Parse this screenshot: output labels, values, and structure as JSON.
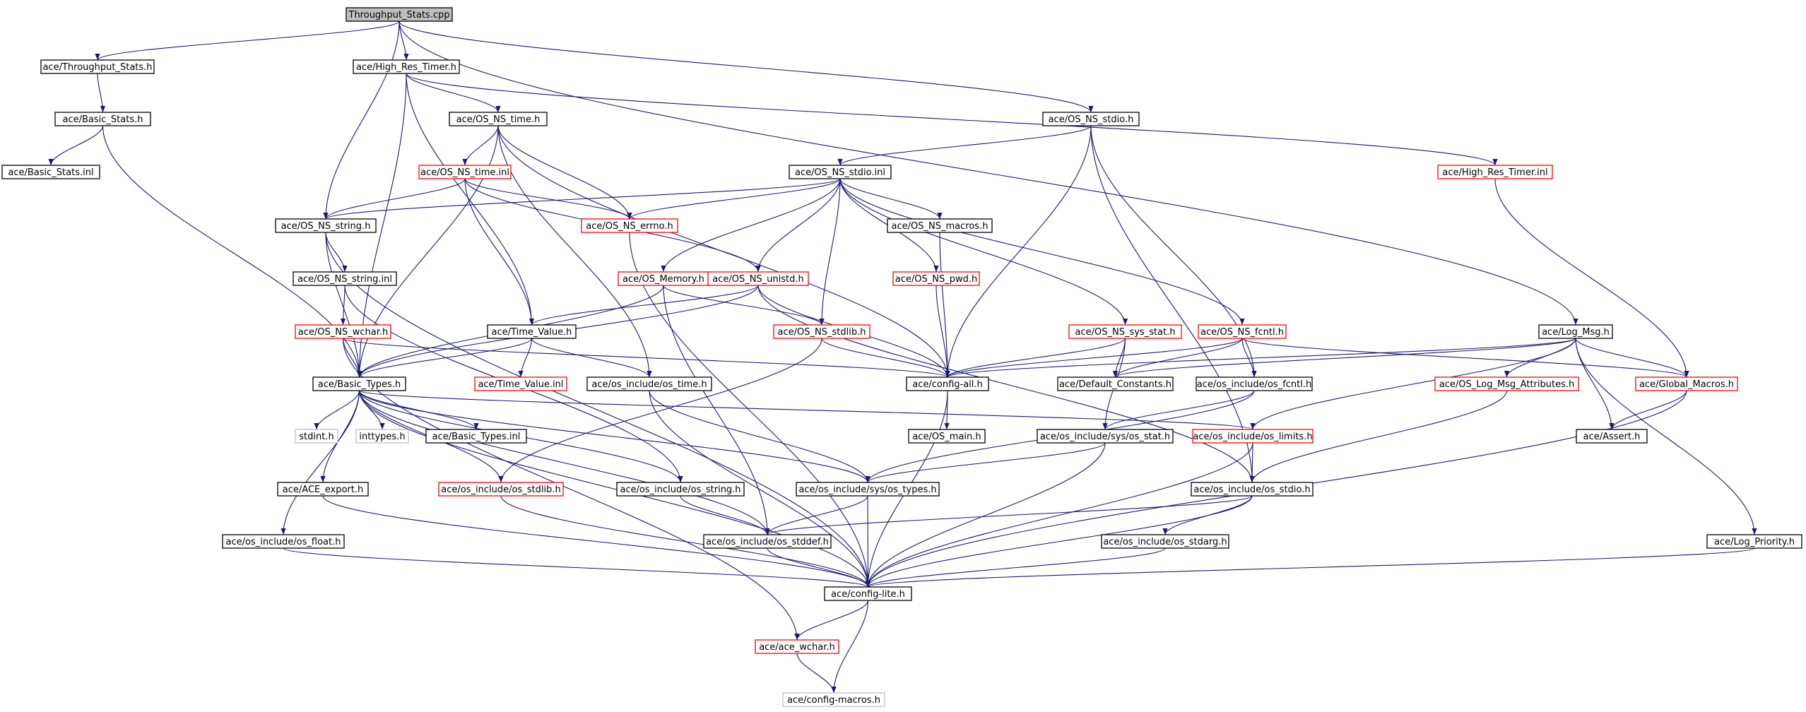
{
  "colors": {
    "edge": "#191970",
    "root_fill": "#bfbfbf",
    "default_border": "#000000",
    "truncated_border": "#ff0000",
    "external_border": "#bfbfbf"
  },
  "nodes": [
    {
      "id": "root",
      "label": "Throughput_Stats.cpp",
      "style": "root"
    },
    {
      "id": "throughput_h",
      "label": "ace/Throughput_Stats.h",
      "style": "normal"
    },
    {
      "id": "hrt_h",
      "label": "ace/High_Res_Timer.h",
      "style": "normal"
    },
    {
      "id": "basic_stats_h",
      "label": "ace/Basic_Stats.h",
      "style": "normal"
    },
    {
      "id": "basic_stats_inl",
      "label": "ace/Basic_Stats.inl",
      "style": "normal"
    },
    {
      "id": "os_ns_time_h",
      "label": "ace/OS_NS_time.h",
      "style": "normal"
    },
    {
      "id": "os_ns_stdio_h",
      "label": "ace/OS_NS_stdio.h",
      "style": "normal"
    },
    {
      "id": "hrt_inl",
      "label": "ace/High_Res_Timer.inl",
      "style": "truncated"
    },
    {
      "id": "os_ns_time_inl",
      "label": "ace/OS_NS_time.inl",
      "style": "truncated"
    },
    {
      "id": "os_ns_stdio_inl",
      "label": "ace/OS_NS_stdio.inl",
      "style": "normal"
    },
    {
      "id": "os_ns_string_h",
      "label": "ace/OS_NS_string.h",
      "style": "normal"
    },
    {
      "id": "os_ns_errno_h",
      "label": "ace/OS_NS_errno.h",
      "style": "truncated"
    },
    {
      "id": "os_ns_macros_h",
      "label": "ace/OS_NS_macros.h",
      "style": "normal"
    },
    {
      "id": "os_ns_string_inl",
      "label": "ace/OS_NS_string.inl",
      "style": "normal"
    },
    {
      "id": "os_memory_h",
      "label": "ace/OS_Memory.h",
      "style": "truncated"
    },
    {
      "id": "os_ns_unistd_h",
      "label": "ace/OS_NS_unistd.h",
      "style": "truncated"
    },
    {
      "id": "os_ns_pwd_h",
      "label": "ace/OS_NS_pwd.h",
      "style": "truncated"
    },
    {
      "id": "os_ns_wchar_h",
      "label": "ace/OS_NS_wchar.h",
      "style": "truncated"
    },
    {
      "id": "time_value_h",
      "label": "ace/Time_Value.h",
      "style": "normal"
    },
    {
      "id": "os_ns_stdlib_h",
      "label": "ace/OS_NS_stdlib.h",
      "style": "truncated"
    },
    {
      "id": "os_ns_sys_stat_h",
      "label": "ace/OS_NS_sys_stat.h",
      "style": "truncated"
    },
    {
      "id": "os_ns_fcntl_h",
      "label": "ace/OS_NS_fcntl.h",
      "style": "truncated"
    },
    {
      "id": "log_msg_h",
      "label": "ace/Log_Msg.h",
      "style": "normal"
    },
    {
      "id": "basic_types_h",
      "label": "ace/Basic_Types.h",
      "style": "normal"
    },
    {
      "id": "time_value_inl",
      "label": "ace/Time_Value.inl",
      "style": "truncated"
    },
    {
      "id": "os_include_os_time_h",
      "label": "ace/os_include/os_time.h",
      "style": "normal"
    },
    {
      "id": "config_all_h",
      "label": "ace/config-all.h",
      "style": "normal"
    },
    {
      "id": "default_constants_h",
      "label": "ace/Default_Constants.h",
      "style": "normal"
    },
    {
      "id": "os_include_os_fcntl_h",
      "label": "ace/os_include/os_fcntl.h",
      "style": "normal"
    },
    {
      "id": "os_log_msg_attr_h",
      "label": "ace/OS_Log_Msg_Attributes.h",
      "style": "truncated"
    },
    {
      "id": "global_macros_h",
      "label": "ace/Global_Macros.h",
      "style": "truncated"
    },
    {
      "id": "stdint_h",
      "label": "stdint.h",
      "style": "external"
    },
    {
      "id": "inttypes_h",
      "label": "inttypes.h",
      "style": "external"
    },
    {
      "id": "basic_types_inl",
      "label": "ace/Basic_Types.inl",
      "style": "normal"
    },
    {
      "id": "os_main_h",
      "label": "ace/OS_main.h",
      "style": "normal"
    },
    {
      "id": "os_include_sys_os_stat_h",
      "label": "ace/os_include/sys/os_stat.h",
      "style": "normal"
    },
    {
      "id": "os_include_os_limits_h",
      "label": "ace/os_include/os_limits.h",
      "style": "truncated"
    },
    {
      "id": "assert_h",
      "label": "ace/Assert.h",
      "style": "normal"
    },
    {
      "id": "ace_export_h",
      "label": "ace/ACE_export.h",
      "style": "normal"
    },
    {
      "id": "os_include_os_stdlib_h",
      "label": "ace/os_include/os_stdlib.h",
      "style": "truncated"
    },
    {
      "id": "os_include_os_string_h",
      "label": "ace/os_include/os_string.h",
      "style": "normal"
    },
    {
      "id": "os_include_sys_os_types_h",
      "label": "ace/os_include/sys/os_types.h",
      "style": "normal"
    },
    {
      "id": "os_include_os_stdio_h",
      "label": "ace/os_include/os_stdio.h",
      "style": "normal"
    },
    {
      "id": "os_include_os_float_h",
      "label": "ace/os_include/os_float.h",
      "style": "normal"
    },
    {
      "id": "os_include_os_stddef_h",
      "label": "ace/os_include/os_stddef.h",
      "style": "normal"
    },
    {
      "id": "os_include_os_stdarg_h",
      "label": "ace/os_include/os_stdarg.h",
      "style": "normal"
    },
    {
      "id": "log_priority_h",
      "label": "ace/Log_Priority.h",
      "style": "normal"
    },
    {
      "id": "config_lite_h",
      "label": "ace/config-lite.h",
      "style": "normal"
    },
    {
      "id": "ace_wchar_h",
      "label": "ace/ace_wchar.h",
      "style": "truncated"
    },
    {
      "id": "config_macros_h",
      "label": "ace/config-macros.h",
      "style": "external"
    }
  ],
  "edges": [
    [
      "root",
      "throughput_h"
    ],
    [
      "root",
      "hrt_h"
    ],
    [
      "root",
      "os_ns_string_h"
    ],
    [
      "root",
      "os_ns_stdio_h"
    ],
    [
      "root",
      "log_msg_h"
    ],
    [
      "throughput_h",
      "basic_stats_h"
    ],
    [
      "basic_stats_h",
      "basic_stats_inl"
    ],
    [
      "basic_stats_h",
      "basic_types_h"
    ],
    [
      "hrt_h",
      "os_ns_time_h"
    ],
    [
      "hrt_h",
      "hrt_inl"
    ],
    [
      "hrt_h",
      "time_value_h"
    ],
    [
      "hrt_h",
      "basic_types_h"
    ],
    [
      "os_ns_time_h",
      "os_ns_time_inl"
    ],
    [
      "os_ns_time_h",
      "os_ns_errno_h"
    ],
    [
      "os_ns_time_h",
      "basic_types_h"
    ],
    [
      "os_ns_time_h",
      "os_include_os_time_h"
    ],
    [
      "os_ns_time_h",
      "config_all_h"
    ],
    [
      "os_ns_time_inl",
      "os_ns_string_h"
    ],
    [
      "os_ns_time_inl",
      "os_ns_errno_h"
    ],
    [
      "os_ns_time_inl",
      "time_value_h"
    ],
    [
      "os_ns_time_inl",
      "os_ns_unistd_h"
    ],
    [
      "os_ns_stdio_h",
      "os_ns_stdio_inl"
    ],
    [
      "os_ns_stdio_h",
      "config_all_h"
    ],
    [
      "os_ns_stdio_h",
      "os_include_os_fcntl_h"
    ],
    [
      "os_ns_stdio_h",
      "os_include_os_stdio_h"
    ],
    [
      "os_ns_stdio_inl",
      "os_ns_string_h"
    ],
    [
      "os_ns_stdio_inl",
      "os_ns_errno_h"
    ],
    [
      "os_ns_stdio_inl",
      "os_ns_macros_h"
    ],
    [
      "os_ns_stdio_inl",
      "os_memory_h"
    ],
    [
      "os_ns_stdio_inl",
      "os_ns_unistd_h"
    ],
    [
      "os_ns_stdio_inl",
      "os_ns_stdlib_h"
    ],
    [
      "os_ns_stdio_inl",
      "os_ns_pwd_h"
    ],
    [
      "os_ns_stdio_inl",
      "os_ns_sys_stat_h"
    ],
    [
      "os_ns_stdio_inl",
      "os_ns_fcntl_h"
    ],
    [
      "os_ns_string_h",
      "os_ns_string_inl"
    ],
    [
      "os_ns_string_h",
      "basic_types_h"
    ],
    [
      "os_ns_string_h",
      "config_lite_h"
    ],
    [
      "os_ns_string_inl",
      "os_ns_wchar_h"
    ],
    [
      "os_ns_string_inl",
      "os_include_os_string_h"
    ],
    [
      "os_ns_wchar_h",
      "basic_types_h"
    ],
    [
      "os_ns_wchar_h",
      "config_all_h"
    ],
    [
      "os_ns_wchar_h",
      "ace_wchar_h"
    ],
    [
      "os_memory_h",
      "basic_types_h"
    ],
    [
      "os_memory_h",
      "os_ns_stdlib_h"
    ],
    [
      "os_memory_h",
      "os_include_os_stddef_h"
    ],
    [
      "os_ns_unistd_h",
      "time_value_h"
    ],
    [
      "os_ns_unistd_h",
      "basic_types_h"
    ],
    [
      "os_ns_unistd_h",
      "config_all_h"
    ],
    [
      "os_ns_unistd_h",
      "os_include_os_stdio_h"
    ],
    [
      "time_value_h",
      "basic_types_h"
    ],
    [
      "time_value_h",
      "time_value_inl"
    ],
    [
      "time_value_h",
      "os_include_os_time_h"
    ],
    [
      "os_ns_stdlib_h",
      "config_all_h"
    ],
    [
      "os_ns_stdlib_h",
      "os_include_os_stdlib_h"
    ],
    [
      "os_ns_pwd_h",
      "config_all_h"
    ],
    [
      "os_ns_macros_h",
      "config_all_h"
    ],
    [
      "os_ns_sys_stat_h",
      "config_all_h"
    ],
    [
      "os_ns_sys_stat_h",
      "default_constants_h"
    ],
    [
      "os_ns_sys_stat_h",
      "os_include_sys_os_stat_h"
    ],
    [
      "os_ns_fcntl_h",
      "config_all_h"
    ],
    [
      "os_ns_fcntl_h",
      "default_constants_h"
    ],
    [
      "os_ns_fcntl_h",
      "os_include_os_fcntl_h"
    ],
    [
      "os_ns_fcntl_h",
      "global_macros_h"
    ],
    [
      "os_ns_errno_h",
      "config_lite_h"
    ],
    [
      "hrt_inl",
      "global_macros_h"
    ],
    [
      "log_msg_h",
      "default_constants_h"
    ],
    [
      "log_msg_h",
      "config_all_h"
    ],
    [
      "log_msg_h",
      "os_log_msg_attr_h"
    ],
    [
      "log_msg_h",
      "global_macros_h"
    ],
    [
      "log_msg_h",
      "assert_h"
    ],
    [
      "log_msg_h",
      "log_priority_h"
    ],
    [
      "log_msg_h",
      "os_include_os_limits_h"
    ],
    [
      "basic_types_h",
      "stdint_h"
    ],
    [
      "basic_types_h",
      "inttypes_h"
    ],
    [
      "basic_types_h",
      "basic_types_inl"
    ],
    [
      "basic_types_h",
      "ace_export_h"
    ],
    [
      "basic_types_h",
      "os_include_os_float_h"
    ],
    [
      "basic_types_h",
      "os_include_os_stdlib_h"
    ],
    [
      "basic_types_h",
      "os_include_os_string_h"
    ],
    [
      "basic_types_h",
      "os_include_sys_os_types_h"
    ],
    [
      "basic_types_h",
      "os_include_os_limits_h"
    ],
    [
      "basic_types_h",
      "os_include_os_stddef_h"
    ],
    [
      "basic_types_h",
      "config_lite_h"
    ],
    [
      "os_include_os_time_h",
      "os_include_sys_os_types_h"
    ],
    [
      "os_include_os_time_h",
      "config_lite_h"
    ],
    [
      "config_all_h",
      "os_main_h"
    ],
    [
      "config_all_h",
      "config_lite_h"
    ],
    [
      "os_include_os_fcntl_h",
      "os_include_sys_os_stat_h"
    ],
    [
      "os_include_os_fcntl_h",
      "os_include_sys_os_types_h"
    ],
    [
      "os_log_msg_attr_h",
      "os_include_os_stdio_h"
    ],
    [
      "global_macros_h",
      "assert_h"
    ],
    [
      "global_macros_h",
      "config_lite_h"
    ],
    [
      "os_include_sys_os_stat_h",
      "os_include_sys_os_types_h"
    ],
    [
      "os_include_sys_os_stat_h",
      "config_lite_h"
    ],
    [
      "os_include_os_limits_h",
      "os_include_os_stdio_h"
    ],
    [
      "os_include_os_limits_h",
      "config_lite_h"
    ],
    [
      "ace_export_h",
      "config_lite_h"
    ],
    [
      "os_include_os_stdlib_h",
      "config_lite_h"
    ],
    [
      "os_include_os_string_h",
      "os_include_os_stddef_h"
    ],
    [
      "os_include_sys_os_types_h",
      "os_include_os_stddef_h"
    ],
    [
      "os_include_sys_os_types_h",
      "config_lite_h"
    ],
    [
      "os_include_os_stdio_h",
      "os_include_os_stddef_h"
    ],
    [
      "os_include_os_stdio_h",
      "os_include_os_stdarg_h"
    ],
    [
      "os_include_os_stdio_h",
      "config_lite_h"
    ],
    [
      "os_include_os_float_h",
      "config_lite_h"
    ],
    [
      "os_include_os_stddef_h",
      "config_lite_h"
    ],
    [
      "os_include_os_stdarg_h",
      "config_lite_h"
    ],
    [
      "log_priority_h",
      "config_lite_h"
    ],
    [
      "config_lite_h",
      "ace_wchar_h"
    ],
    [
      "config_lite_h",
      "config_macros_h"
    ],
    [
      "ace_wchar_h",
      "config_macros_h"
    ]
  ]
}
